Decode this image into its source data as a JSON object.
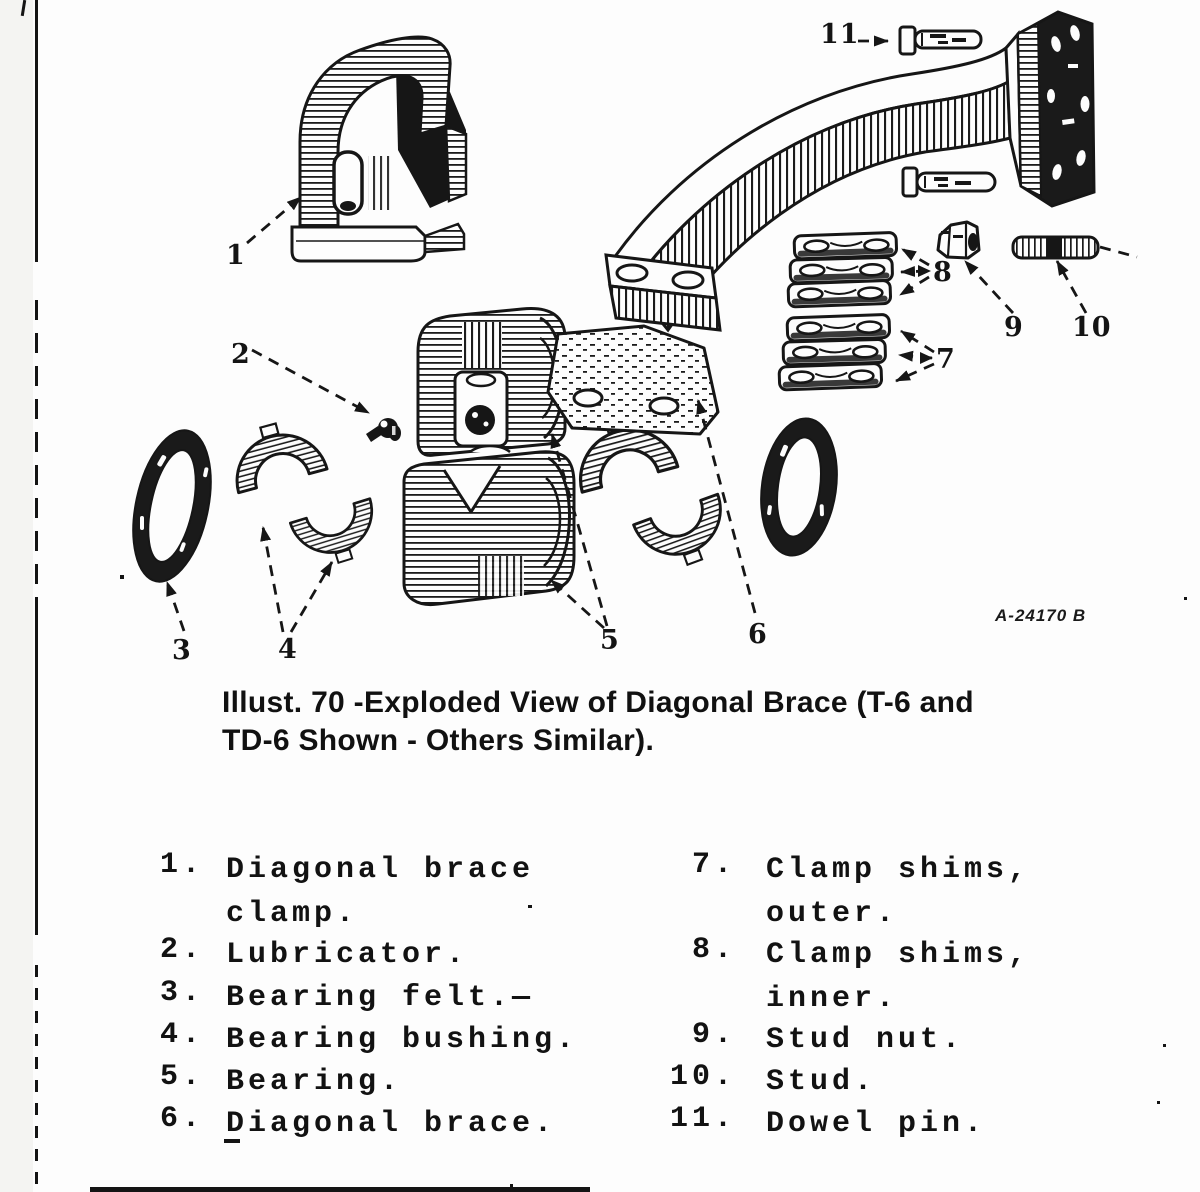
{
  "figure": {
    "ref_code": "A-24170 B",
    "callouts": [
      {
        "label": "1"
      },
      {
        "label": "2"
      },
      {
        "label": "3"
      },
      {
        "label": "4"
      },
      {
        "label": "5"
      },
      {
        "label": "6"
      },
      {
        "label": "7"
      },
      {
        "label": "8"
      },
      {
        "label": "9"
      },
      {
        "label": "10"
      },
      {
        "label": "11"
      }
    ]
  },
  "caption": {
    "line1": "Illust. 70 -Exploded View of Diagonal Brace (T-6 and",
    "line2": "TD-6 Shown - Others Similar)."
  },
  "parts_list": {
    "left": [
      {
        "num": "1.",
        "lines": [
          "Diagonal brace",
          "clamp."
        ]
      },
      {
        "num": "2.",
        "lines": [
          "Lubricator."
        ]
      },
      {
        "num": "3.",
        "lines": [
          "Bearing felt.—"
        ]
      },
      {
        "num": "4.",
        "lines": [
          "Bearing bushing."
        ]
      },
      {
        "num": "5.",
        "lines": [
          "Bearing."
        ]
      },
      {
        "num": "6.",
        "lines": [
          "Diagonal brace."
        ]
      }
    ],
    "right": [
      {
        "num": "7.",
        "lines": [
          "Clamp shims,",
          "outer."
        ]
      },
      {
        "num": "8.",
        "lines": [
          "Clamp shims,",
          "inner."
        ]
      },
      {
        "num": "9.",
        "lines": [
          "Stud nut."
        ]
      },
      {
        "num": "10.",
        "lines": [
          "Stud."
        ]
      },
      {
        "num": "11.",
        "lines": [
          "Dowel pin."
        ]
      }
    ]
  }
}
